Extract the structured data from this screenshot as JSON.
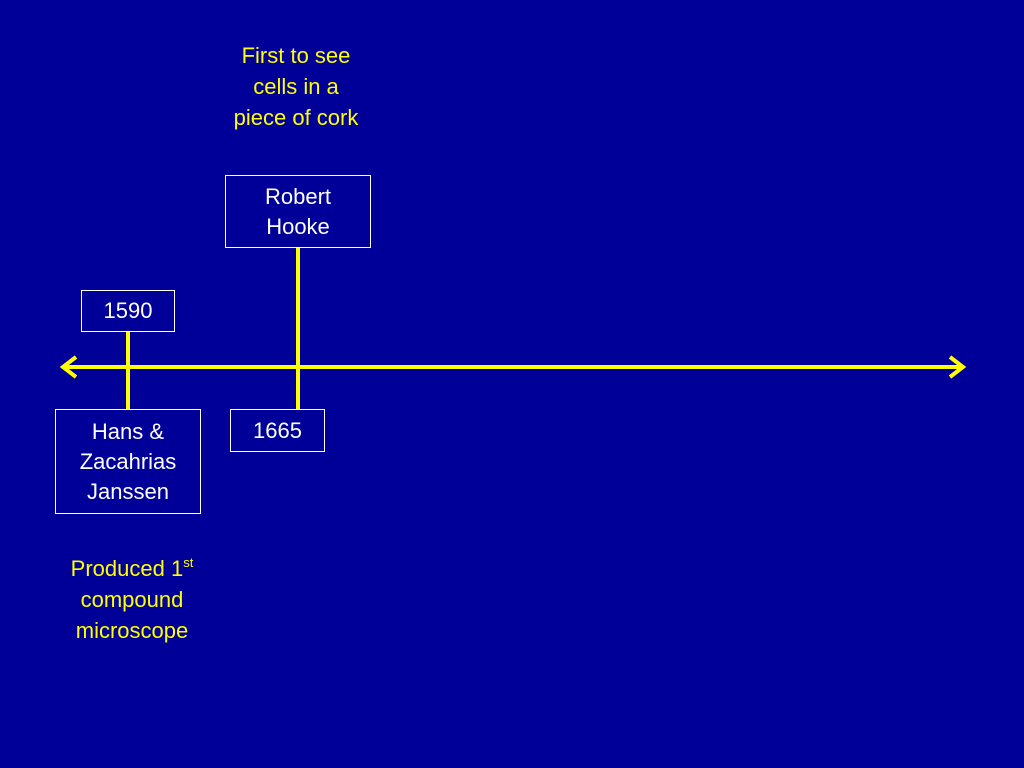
{
  "colors": {
    "background": "#000099",
    "timeline": "#ffff00",
    "note_text": "#ffff00",
    "box_text": "#ffffff",
    "box_border": "#ffffff"
  },
  "events": [
    {
      "year": "1590",
      "name_lines": [
        "Hans &",
        "Zacahrias",
        "Janssen"
      ],
      "note": {
        "line1_prefix": "Produced 1",
        "line1_sup": "st",
        "line2": "compound",
        "line3": "microscope"
      }
    },
    {
      "year": "1665",
      "name_lines": [
        "Robert",
        "Hooke"
      ],
      "note": {
        "line1": "First to see",
        "line2": "cells in a",
        "line3": "piece of cork"
      }
    }
  ]
}
